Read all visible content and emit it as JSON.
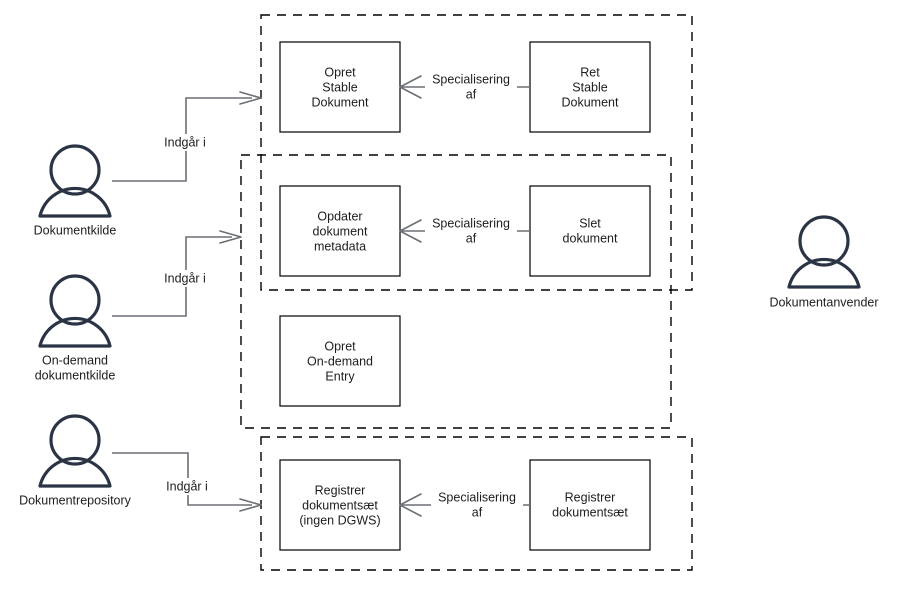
{
  "diagram": {
    "title": "Use case diagram",
    "language": "da",
    "colors": {
      "background": "#ffffff",
      "box_stroke": "#000000",
      "box_fill": "#ffffff",
      "group_stroke": "#000000",
      "actor_stroke": "#2b3445",
      "connector_stroke": "#6b6f76",
      "text": "#1d1d1d"
    }
  },
  "actors": [
    {
      "id": "dokumentkilde",
      "label": "Dokumentkilde",
      "label_lines": [
        "Dokumentkilde"
      ]
    },
    {
      "id": "on-demand-dokumentkilde",
      "label": "On-demand dokumentkilde",
      "label_lines": [
        "On-demand",
        "dokumentkilde"
      ]
    },
    {
      "id": "dokumentrepository",
      "label": "Dokumentrepository",
      "label_lines": [
        "Dokumentrepository"
      ]
    },
    {
      "id": "dokumentanvender",
      "label": "Dokumentanvender",
      "label_lines": [
        "Dokumentanvender"
      ]
    }
  ],
  "groups": [
    {
      "id": "group-stable-dokument",
      "label": ""
    },
    {
      "id": "group-on-demand",
      "label": ""
    },
    {
      "id": "group-dokumentsaet",
      "label": ""
    }
  ],
  "usecases": [
    {
      "id": "opret-stable-dokument",
      "label": "Opret Stable Dokument",
      "label_lines": [
        "Opret",
        "Stable",
        "Dokument"
      ]
    },
    {
      "id": "ret-stable-dokument",
      "label": "Ret Stable Dokument",
      "label_lines": [
        "Ret",
        "Stable",
        "Dokument"
      ]
    },
    {
      "id": "opdater-dokument-metadata",
      "label": "Opdater dokument metadata",
      "label_lines": [
        "Opdater",
        "dokument",
        "metadata"
      ]
    },
    {
      "id": "slet-dokument",
      "label": "Slet dokument",
      "label_lines": [
        "Slet",
        "dokument"
      ]
    },
    {
      "id": "opret-on-demand-entry",
      "label": "Opret On-demand Entry",
      "label_lines": [
        "Opret",
        "On-demand",
        "Entry"
      ]
    },
    {
      "id": "registrer-dokumentsaet-ingen-dgws",
      "label": "Registrer dokumentsæt (ingen DGWS)",
      "label_lines": [
        "Registrer",
        "dokumentsæt",
        "(ingen DGWS)"
      ]
    },
    {
      "id": "registrer-dokumentsaet",
      "label": "Registrer dokumentsæt",
      "label_lines": [
        "Registrer",
        "dokumentsæt"
      ]
    }
  ],
  "connections": [
    {
      "id": "indgaar-i-1",
      "from": "dokumentkilde",
      "to": "group-stable-dokument",
      "label": "Indgår i"
    },
    {
      "id": "indgaar-i-2",
      "from": "on-demand-dokumentkilde",
      "to": "group-on-demand",
      "label": "Indgår i"
    },
    {
      "id": "indgaar-i-3",
      "from": "dokumentrepository",
      "to": "group-dokumentsaet",
      "label": "Indgår i"
    },
    {
      "id": "specialisering-af-1",
      "from": "ret-stable-dokument",
      "to": "opret-stable-dokument",
      "label": "Specialisering af",
      "label_lines": [
        "Specialisering",
        "af"
      ]
    },
    {
      "id": "specialisering-af-2",
      "from": "slet-dokument",
      "to": "opdater-dokument-metadata",
      "label": "Specialisering af",
      "label_lines": [
        "Specialisering",
        "af"
      ]
    },
    {
      "id": "specialisering-af-3",
      "from": "registrer-dokumentsaet",
      "to": "registrer-dokumentsaet-ingen-dgws",
      "label": "Specialisering af",
      "label_lines": [
        "Specialisering",
        "af"
      ]
    }
  ]
}
